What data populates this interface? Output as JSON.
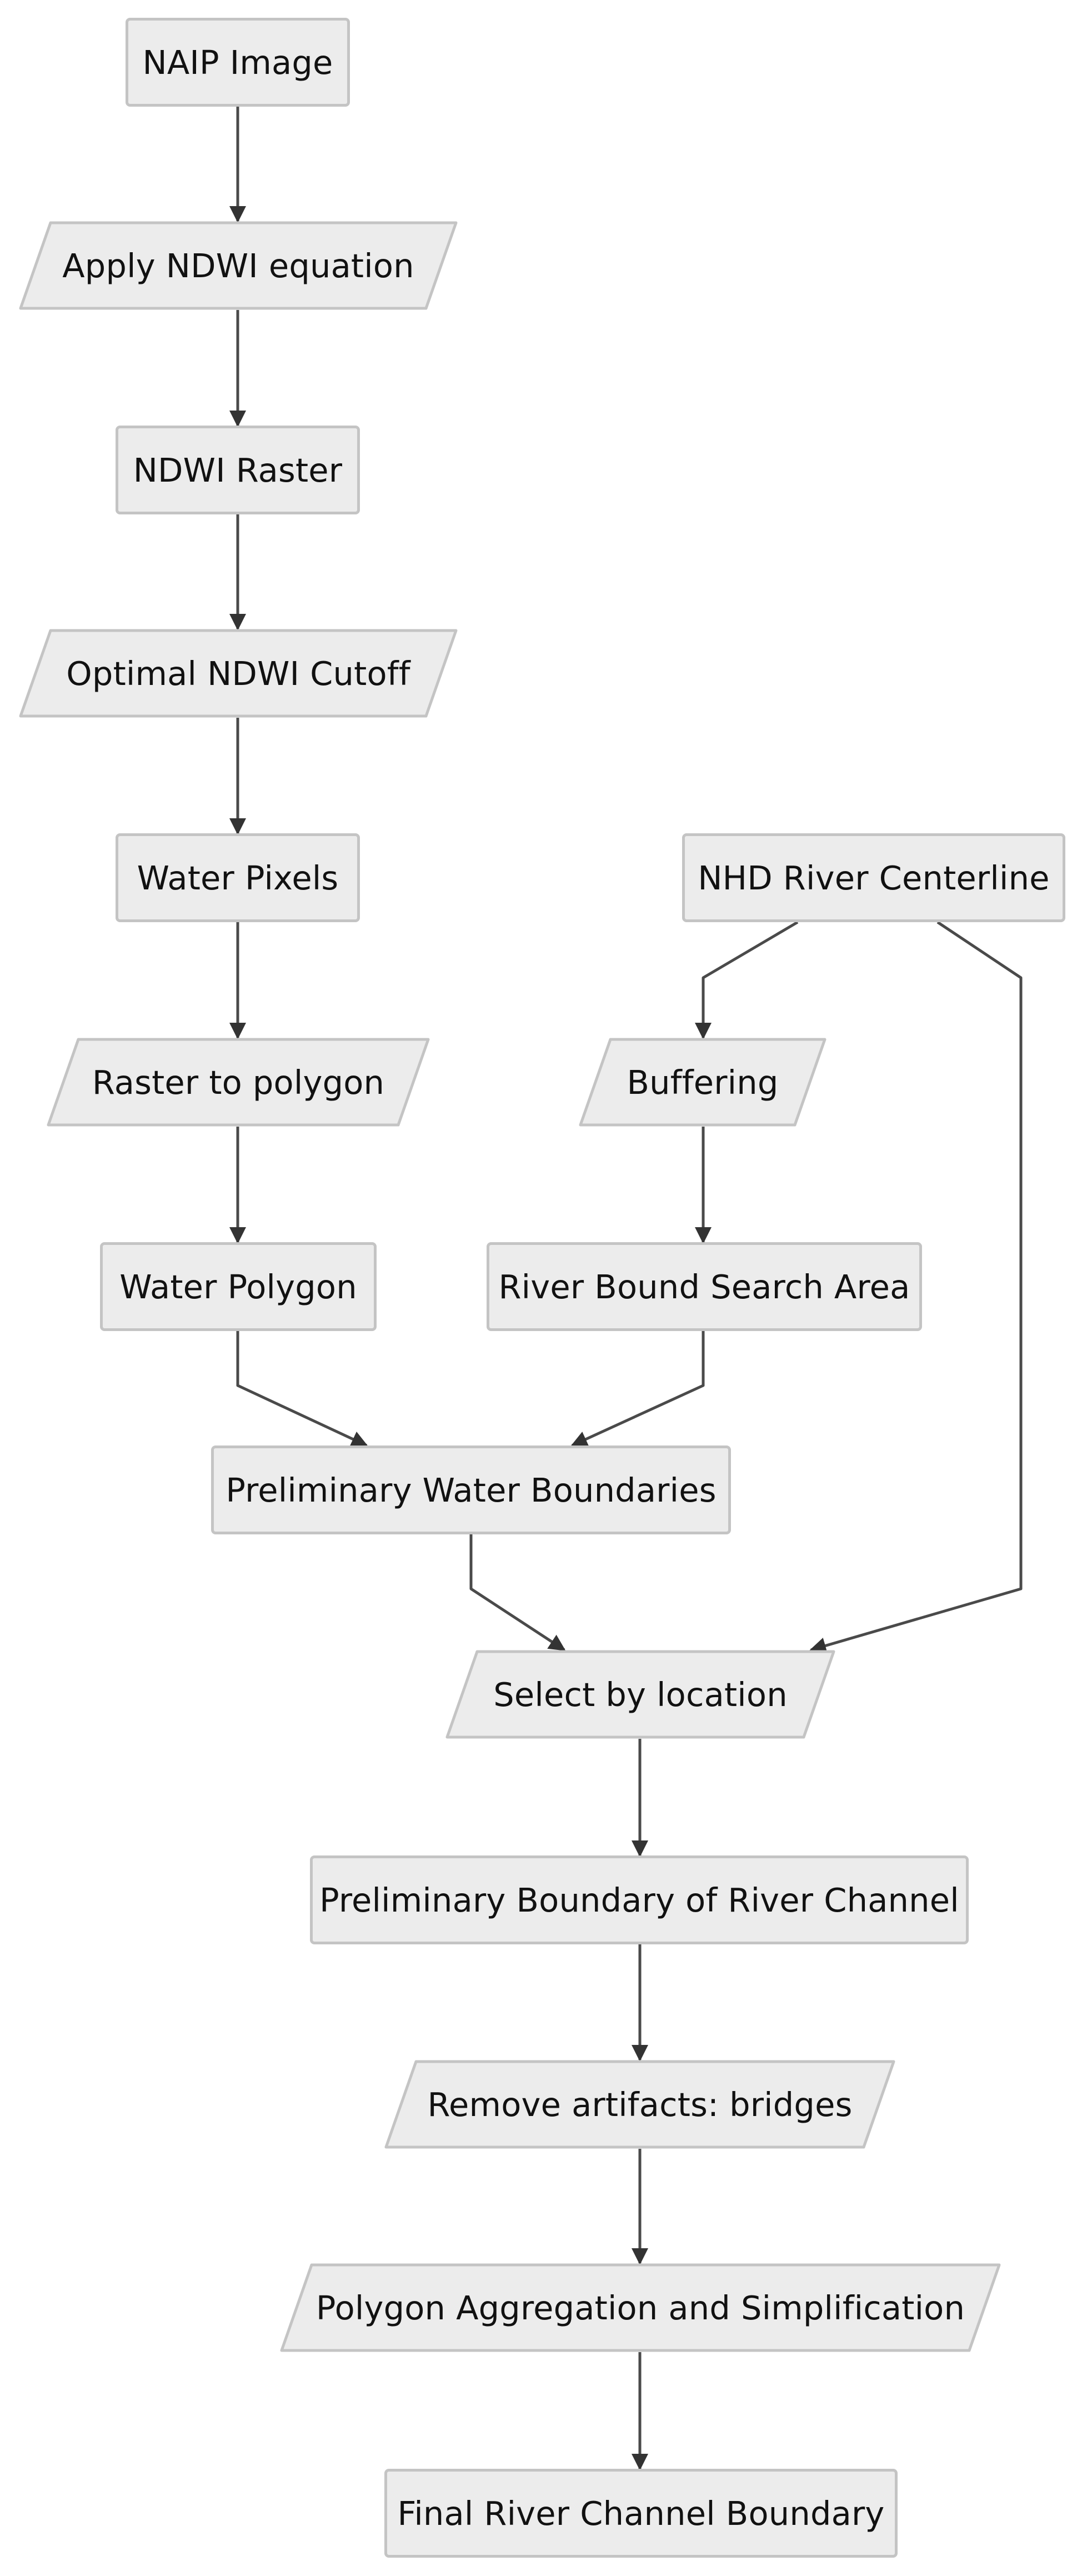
{
  "diagram": {
    "nodes": [
      {
        "id": "naip",
        "shape": "rect",
        "label": "NAIP Image"
      },
      {
        "id": "ndwi-eq",
        "shape": "parallelogram",
        "label": "Apply NDWI equation"
      },
      {
        "id": "ndwi-raster",
        "shape": "rect",
        "label": "NDWI Raster"
      },
      {
        "id": "ndwi-cutoff",
        "shape": "parallelogram",
        "label": "Optimal NDWI Cutoff"
      },
      {
        "id": "water-pixels",
        "shape": "rect",
        "label": "Water Pixels"
      },
      {
        "id": "nhd",
        "shape": "rect",
        "label": "NHD River Centerline"
      },
      {
        "id": "raster-poly",
        "shape": "parallelogram",
        "label": "Raster to polygon"
      },
      {
        "id": "buffering",
        "shape": "parallelogram",
        "label": "Buffering"
      },
      {
        "id": "water-polygon",
        "shape": "rect",
        "label": "Water Polygon"
      },
      {
        "id": "search-area",
        "shape": "rect",
        "label": "River Bound Search Area"
      },
      {
        "id": "prelim-water",
        "shape": "rect",
        "label": "Preliminary Water Boundaries"
      },
      {
        "id": "select-loc",
        "shape": "parallelogram",
        "label": "Select by location"
      },
      {
        "id": "prelim-channel",
        "shape": "rect",
        "label": "Preliminary Boundary of River Channel"
      },
      {
        "id": "remove-artifacts",
        "shape": "parallelogram",
        "label": "Remove artifacts: bridges"
      },
      {
        "id": "aggregation",
        "shape": "parallelogram",
        "label": "Polygon Aggregation and Simplification"
      },
      {
        "id": "final",
        "shape": "rect",
        "label": "Final River Channel Boundary"
      }
    ],
    "edges": [
      {
        "from": "naip",
        "to": "ndwi-eq"
      },
      {
        "from": "ndwi-eq",
        "to": "ndwi-raster"
      },
      {
        "from": "ndwi-raster",
        "to": "ndwi-cutoff"
      },
      {
        "from": "ndwi-cutoff",
        "to": "water-pixels"
      },
      {
        "from": "water-pixels",
        "to": "raster-poly"
      },
      {
        "from": "raster-poly",
        "to": "water-polygon"
      },
      {
        "from": "nhd",
        "to": "buffering"
      },
      {
        "from": "buffering",
        "to": "search-area"
      },
      {
        "from": "water-polygon",
        "to": "prelim-water"
      },
      {
        "from": "search-area",
        "to": "prelim-water"
      },
      {
        "from": "prelim-water",
        "to": "select-loc"
      },
      {
        "from": "nhd",
        "to": "select-loc"
      },
      {
        "from": "select-loc",
        "to": "prelim-channel"
      },
      {
        "from": "prelim-channel",
        "to": "remove-artifacts"
      },
      {
        "from": "remove-artifacts",
        "to": "aggregation"
      },
      {
        "from": "aggregation",
        "to": "final"
      }
    ],
    "colors": {
      "node_fill": "#ececec",
      "node_border": "#c4c4c4",
      "edge": "#4a4a4a",
      "text": "#111111"
    }
  }
}
